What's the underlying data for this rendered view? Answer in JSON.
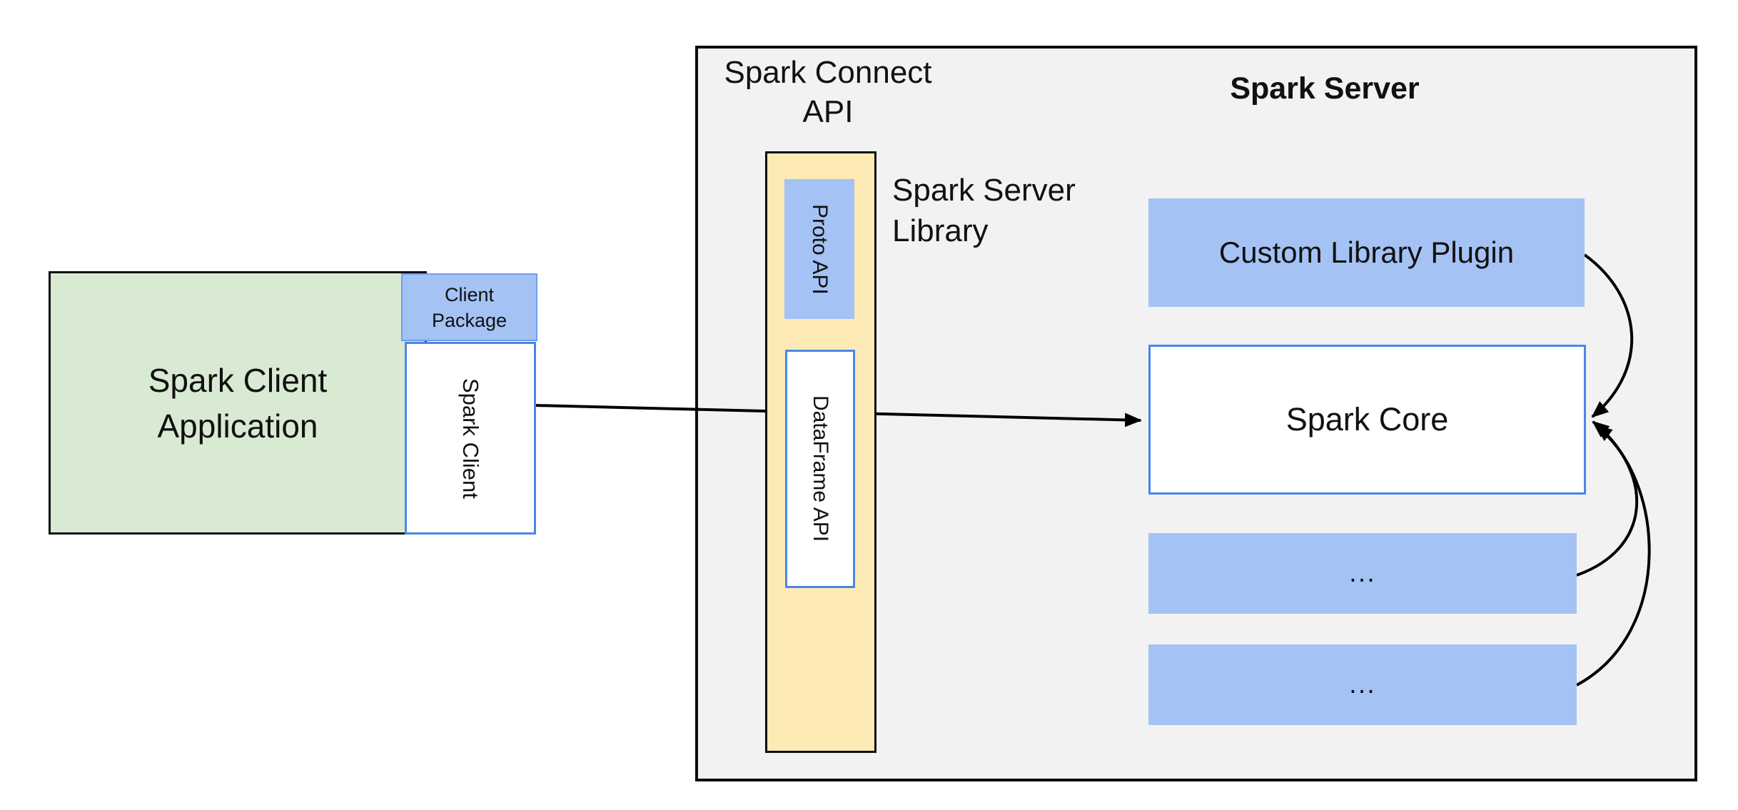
{
  "diagram": {
    "client": {
      "app_label_lines": [
        "Spark Client",
        "Application"
      ],
      "package_label_lines": [
        "Client",
        "Package"
      ],
      "spark_client_label": "Spark Client"
    },
    "connect_api": {
      "title_lines": [
        "Spark Connect",
        "API"
      ],
      "proto_api_label": "Proto API",
      "dataframe_api_label": "DataFrame API",
      "server_library_lines": [
        "Spark Server",
        "Library"
      ]
    },
    "server": {
      "title": "Spark Server",
      "custom_plugin_label": "Custom Library Plugin",
      "spark_core_label": "Spark Core",
      "ellipsis_1": "...",
      "ellipsis_2": "..."
    },
    "colors": {
      "green_fill": "#d9ead3",
      "blue_fill": "#a4c2f4",
      "blue_border": "#4a86e8",
      "tan_fill": "#fdeab5",
      "gray_fill": "#f2f2f2",
      "box_border_black": "#0d0d0d",
      "arrow": "#000000"
    }
  }
}
